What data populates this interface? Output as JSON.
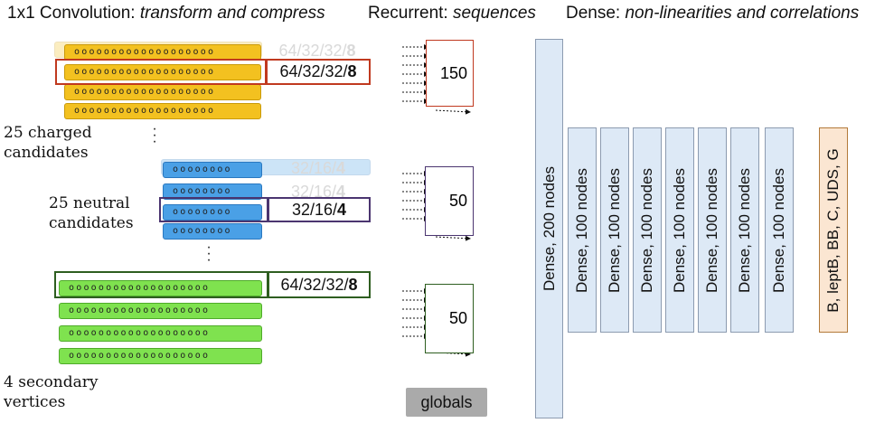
{
  "headers": {
    "conv_prefix": "1x1 Convolution: ",
    "conv_italic": "transform and compress",
    "rnn_prefix": "Recurrent: ",
    "rnn_italic": "sequences",
    "dense_prefix": "Dense: ",
    "dense_italic": "non-linearities and correlations"
  },
  "charged": {
    "dots": "ooooooooooooooooooo",
    "config_prefix": "64/32/32/",
    "config_bold": "8",
    "label": "25 charged\ncandidates",
    "rnn_units": "150",
    "colors": {
      "bar": "#f3c120",
      "frame": "#c0391f"
    }
  },
  "neutral": {
    "dots": "oooooooo",
    "config_prefix": "32/16/",
    "config_bold": "4",
    "label": "25 neutral\ncandidates",
    "rnn_units": "50",
    "colors": {
      "bar": "#4aa0e6",
      "frame": "#4b3570"
    }
  },
  "vertices": {
    "dots": "ooooooooooooooooooo",
    "config_prefix": "64/32/32/",
    "config_bold": "8",
    "label": "4 secondary\nvertices",
    "rnn_units": "50",
    "colors": {
      "bar": "#7fe24f",
      "frame": "#2e5e20"
    }
  },
  "globals": "globals",
  "dense": {
    "first": "Dense, 200 nodes",
    "hidden": [
      "Dense, 100 nodes",
      "Dense, 100 nodes",
      "Dense, 100 nodes",
      "Dense, 100 nodes",
      "Dense, 100 nodes",
      "Dense, 100 nodes",
      "Dense, 100 nodes"
    ],
    "colors": {
      "fill": "#dde9f6",
      "border": "#8c9bb0"
    }
  },
  "output": {
    "classes": "B, leptB, BB, C, UDS, G",
    "colors": {
      "fill": "#fbe6d2",
      "border": "#b37a3a"
    }
  }
}
